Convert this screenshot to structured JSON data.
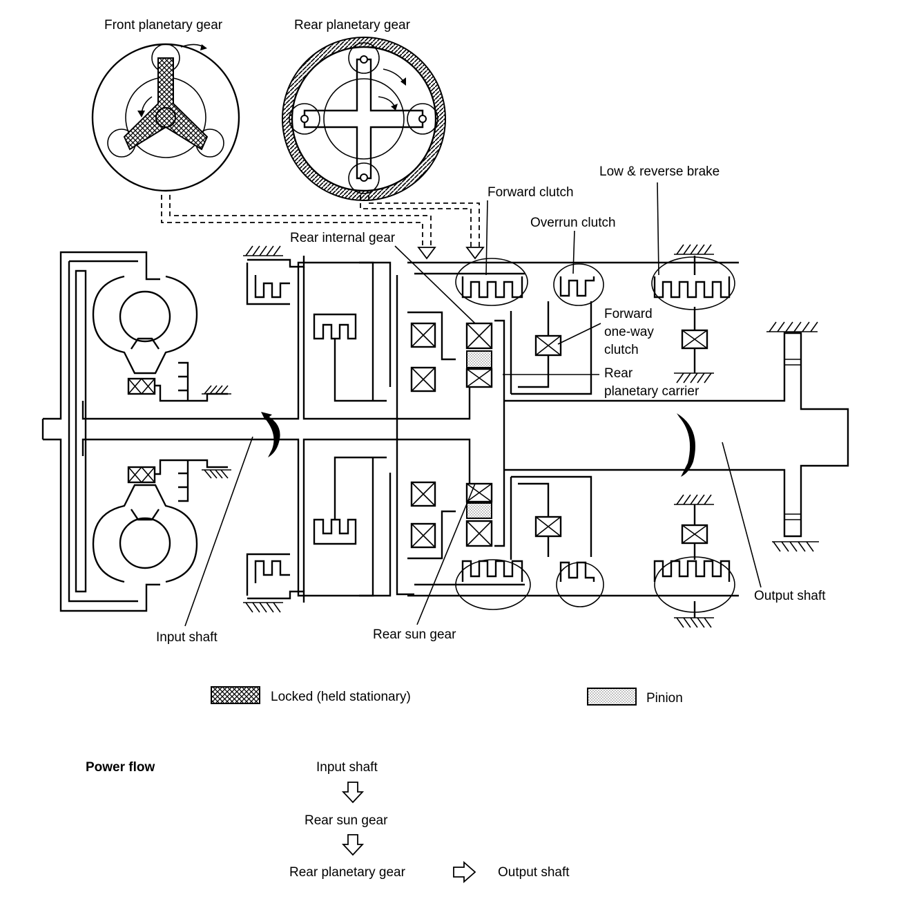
{
  "labels": {
    "front_planetary_gear": "Front planetary gear",
    "rear_planetary_gear": "Rear planetary gear",
    "low_reverse_brake": "Low & reverse brake",
    "forward_clutch": "Forward clutch",
    "overrun_clutch": "Overrun clutch",
    "rear_internal_gear": "Rear internal gear",
    "forward_one_way_clutch": [
      "Forward",
      "one-way",
      "clutch"
    ],
    "rear_planetary_carrier": [
      "Rear",
      "planetary carrier"
    ],
    "input_shaft": "Input shaft",
    "rear_sun_gear": "Rear sun gear",
    "output_shaft": "Output shaft"
  },
  "legend": {
    "locked": "Locked (held stationary)",
    "pinion": "Pinion"
  },
  "power_flow": {
    "title": "Power flow",
    "steps": [
      "Input shaft",
      "Rear sun gear",
      "Rear planetary gear",
      "Output shaft"
    ]
  }
}
